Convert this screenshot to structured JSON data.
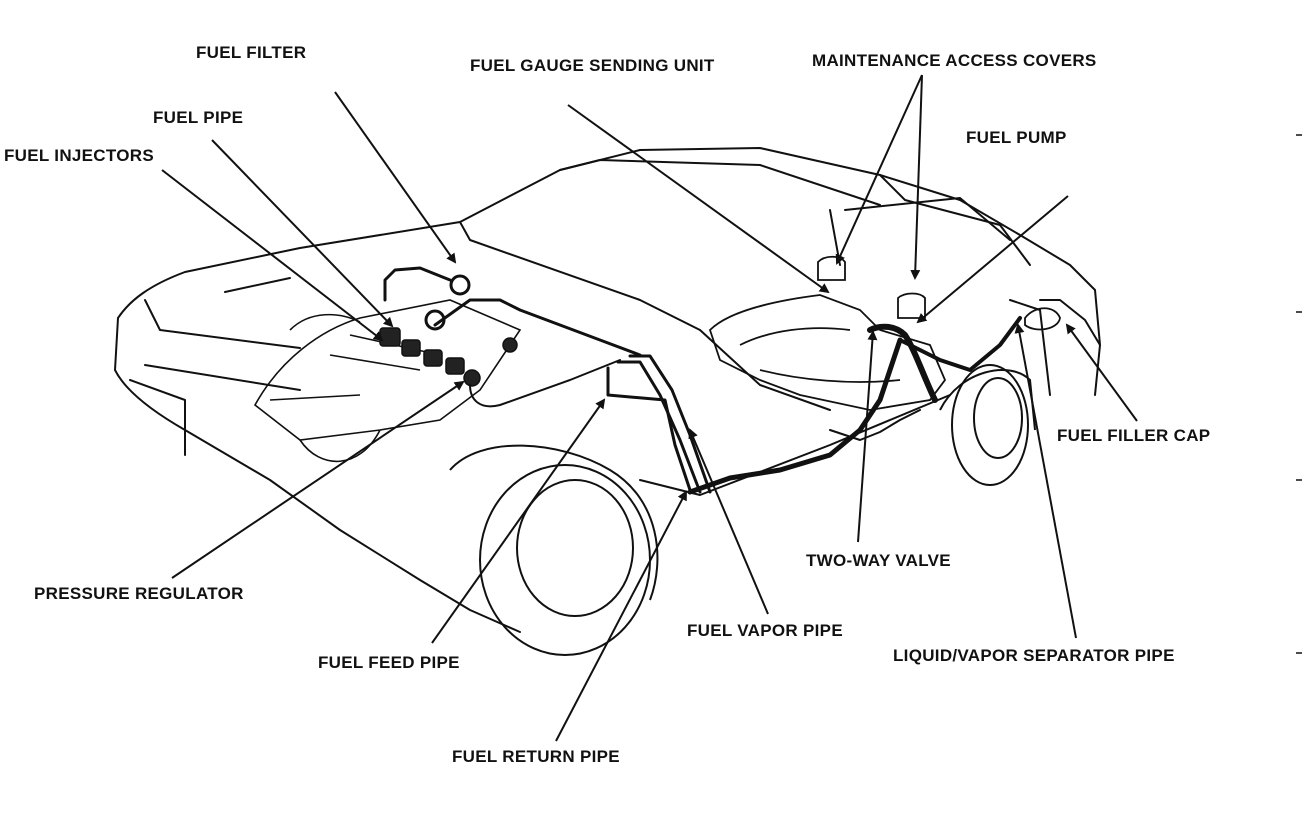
{
  "labels": {
    "fuel_filter": "FUEL FILTER",
    "fuel_gauge_sending_unit": "FUEL GAUGE SENDING UNIT",
    "maintenance_access_covers": "MAINTENANCE ACCESS COVERS",
    "fuel_pipe": "FUEL PIPE",
    "fuel_pump": "FUEL PUMP",
    "fuel_injectors": "FUEL INJECTORS",
    "fuel_filler_cap": "FUEL FILLER CAP",
    "two_way_valve": "TWO-WAY VALVE",
    "pressure_regulator": "PRESSURE REGULATOR",
    "fuel_vapor_pipe": "FUEL VAPOR PIPE",
    "liquid_vapor_separator_pipe": "LIQUID/VAPOR SEPARATOR PIPE",
    "fuel_feed_pipe": "FUEL FEED PIPE",
    "fuel_return_pipe": "FUEL RETURN PIPE"
  },
  "colors": {
    "ink": "#111111",
    "paper": "#ffffff"
  }
}
